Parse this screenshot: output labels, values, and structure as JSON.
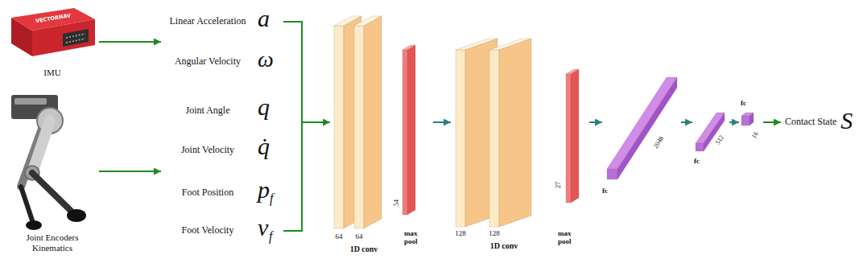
{
  "diagram": {
    "nodes": [
      {
        "text": [
          "IMU"
        ]
      },
      {
        "text": [
          "Joint Encoders Kinematics"
        ]
      },
      {
        "text": [
          "Linear Acceleration",
          "a",
          "Angular Velocity",
          "ω",
          "Joint Angle",
          "q",
          "Joint Velocity",
          "q̇",
          "Foot Position",
          "p",
          "f",
          "Foot Velocity",
          "v",
          "f"
        ]
      },
      {
        "text": [
          "64",
          "64",
          "1D conv"
        ]
      },
      {
        "text": [
          "54",
          "max pool"
        ]
      },
      {
        "text": [
          "128",
          "128",
          "1D conv"
        ]
      },
      {
        "text": [
          "27",
          "max pool"
        ]
      },
      {
        "text": [
          "2048",
          "fc"
        ]
      },
      {
        "text": [
          "512",
          "fc"
        ]
      },
      {
        "text": [
          "16",
          "fc"
        ]
      },
      {
        "text": [
          "Contact State",
          "S"
        ]
      }
    ],
    "edges": [
      {
        "from": 0,
        "to": 2,
        "arrow": "to"
      },
      {
        "from": 1,
        "to": 2,
        "arrow": "to"
      },
      {
        "from": 2,
        "to": 3,
        "arrow": "to"
      },
      {
        "from": 4,
        "to": 5,
        "arrow": "to"
      },
      {
        "from": 6,
        "to": 7,
        "arrow": "to"
      },
      {
        "from": 7,
        "to": 8,
        "arrow": "to"
      },
      {
        "from": 8,
        "to": 9,
        "arrow": "to"
      },
      {
        "from": 9,
        "to": 10,
        "arrow": "to"
      }
    ],
    "labels": [
      "VECTORNAV"
    ]
  }
}
